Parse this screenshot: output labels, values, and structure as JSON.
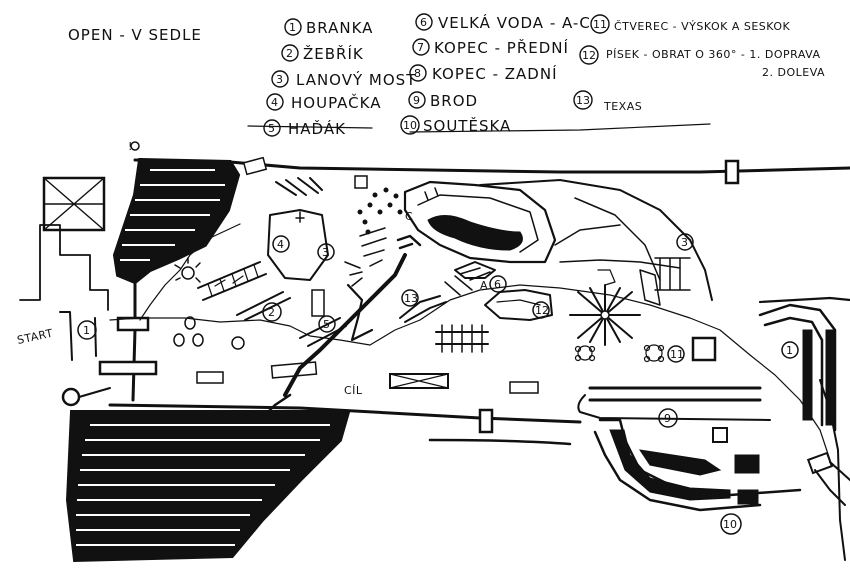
{
  "title": "OPEN  -  V SEDLE",
  "legend": [
    {
      "num": "1",
      "label": "BRANKA"
    },
    {
      "num": "2",
      "label": "ŽEBŘÍK"
    },
    {
      "num": "3",
      "label": "LANOVÝ MOST"
    },
    {
      "num": "4",
      "label": "HOUPAČKA"
    },
    {
      "num": "5",
      "label": "HAĎÁK"
    },
    {
      "num": "6",
      "label": "VELKÁ VODA - A-C"
    },
    {
      "num": "7",
      "label": "KOPEC - PŘEDNÍ"
    },
    {
      "num": "8",
      "label": "KOPEC - ZADNÍ"
    },
    {
      "num": "9",
      "label": "BROD"
    },
    {
      "num": "10",
      "label": "SOUTĚSKA"
    },
    {
      "num": "11",
      "label": "ČTVEREC - VÝSKOK A SESKOK"
    },
    {
      "num": "12",
      "label": "PÍSEK - OBRAT O 360° - 1. DOPRAVA"
    },
    {
      "num": "13",
      "label": "TEXAS"
    }
  ],
  "legend_extra": "2. DOLEVA",
  "map_labels": {
    "start": "START",
    "cil": "CÍL",
    "water_a": "A",
    "water_c": "C"
  },
  "colors": {
    "ink": "#111111",
    "paper": "#ffffff"
  }
}
